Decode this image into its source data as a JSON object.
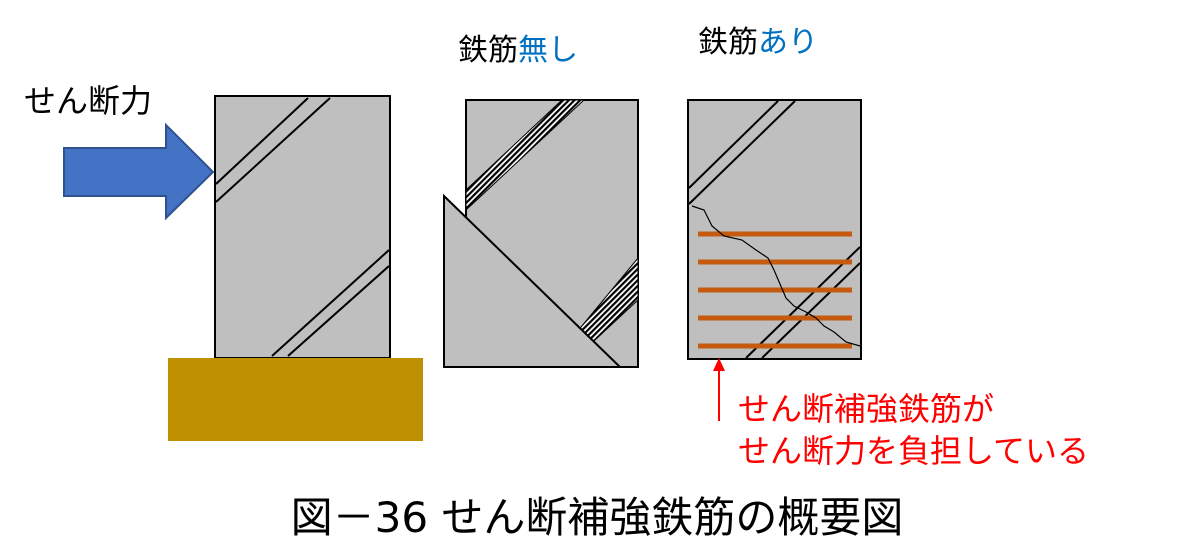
{
  "labels": {
    "shear_force": "せん断力",
    "without_rebar_a": "鉄筋",
    "without_rebar_b": "無し",
    "with_rebar_a": "鉄筋",
    "with_rebar_b": "あり",
    "note_line1": "せん断補強鉄筋が",
    "note_line2": "せん断力を負担している",
    "caption": "図－36 せん断補強鉄筋の概要図"
  },
  "colors": {
    "concrete": "#bfbfbf",
    "outline": "#000000",
    "arrow": "#4472c4",
    "arrow_edge": "#2f528f",
    "foundation": "#bf9000",
    "rebar": "#c55a11",
    "note": "#ff0000",
    "accent_text": "#0070c0"
  }
}
